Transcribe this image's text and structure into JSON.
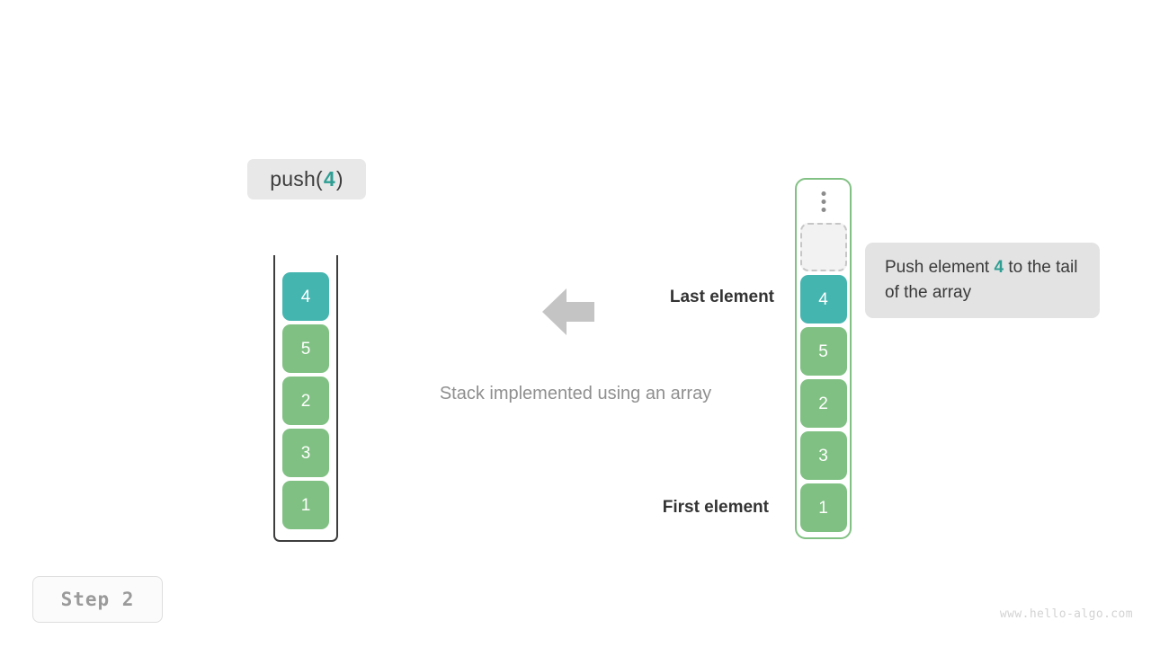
{
  "operation": {
    "label_prefix": "push(",
    "label_suffix": ")",
    "argument": "4"
  },
  "left_stack": {
    "name": "stack-container",
    "cells": [
      {
        "value": "4",
        "color": "teal"
      },
      {
        "value": "5",
        "color": "green"
      },
      {
        "value": "2",
        "color": "green"
      },
      {
        "value": "3",
        "color": "green"
      },
      {
        "value": "1",
        "color": "green"
      }
    ]
  },
  "right_array": {
    "name": "array-container",
    "overflow_icon": "vertical-ellipsis-icon",
    "empty_slot_label": "",
    "cells": [
      {
        "value": "4",
        "color": "teal"
      },
      {
        "value": "5",
        "color": "green"
      },
      {
        "value": "2",
        "color": "green"
      },
      {
        "value": "3",
        "color": "green"
      },
      {
        "value": "1",
        "color": "green"
      }
    ]
  },
  "annotations": {
    "arrow_icon": "arrow-left-icon",
    "last_element": "Last element",
    "first_element": "First element",
    "caption": "Stack implemented using an array"
  },
  "tooltip": {
    "text_before": "Push element ",
    "highlight": "4",
    "text_after": " to the tail of the array"
  },
  "step": {
    "label": "Step  2"
  },
  "watermark": {
    "text": "www.hello-algo.com"
  },
  "colors": {
    "teal": "#45b5b0",
    "green": "#80c183",
    "accent_text": "#2e9e93",
    "badge_bg": "#e8e8e8",
    "tooltip_bg": "#e3e3e3",
    "array_border": "#82c184",
    "stack_border": "#3d3d3d",
    "arrow": "#c4c4c4",
    "caption_text": "#8f8f8f"
  }
}
